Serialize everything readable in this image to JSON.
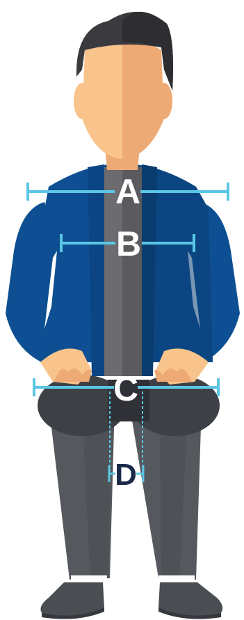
{
  "measurements": {
    "a": {
      "label": "A"
    },
    "b": {
      "label": "B"
    },
    "c": {
      "label": "C"
    },
    "d": {
      "label": "D"
    }
  },
  "colors": {
    "skin": "#f9c38c",
    "skin_shade": "#eeaa74",
    "hair": "#3b3b3f",
    "jacket": "#0d4f92",
    "jacket_dark": "#0b3f76",
    "shirt": "#6b6b70",
    "shirt_dark": "#5a5a5f",
    "pants": "#55585d",
    "pants_dark": "#3d4045",
    "shoe": "#4a4d52",
    "measure_line": "#5bc6e5",
    "label_dark": "#1c2a4a"
  }
}
